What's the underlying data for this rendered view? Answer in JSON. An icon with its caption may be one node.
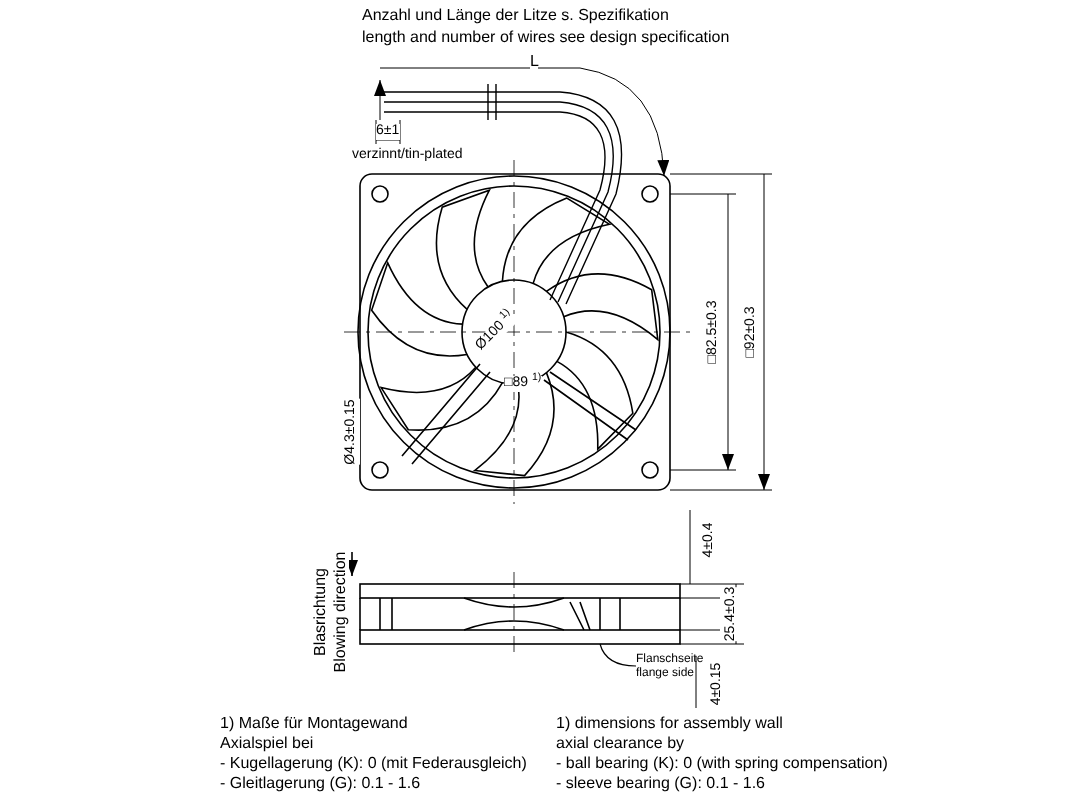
{
  "diagram": {
    "nodes": [
      {
        "text": [
          "Flanschseite",
          "flange side"
        ]
      },
      {
        "text": [],
        "shape": "bar"
      }
    ],
    "edges": [
      {
        "from": 0,
        "to": 1,
        "arrow": "none"
      }
    ],
    "labels": [
      "Anzahl und Länge der Litze s. Spezifikation",
      "length and number of wires see design specification",
      "L",
      "6±1",
      "verzinnt/tin-plated",
      "Ø100 $^{1)}$",
      "□89 $^{1)}$",
      "□82.5±0.3",
      "□92±0.3",
      "Ø4.3±0.15",
      "4±0.4",
      "25.4±0.3",
      "4±0.15",
      "Blasrichtung",
      "Blowing direction",
      "1) Maße für Montagewand",
      "Axialspiel bei",
      "- Kugellagerung (K): 0 (mit Federausgleich)",
      "- Gleitlagerung (G): 0.1 - 1.6",
      "1) dimensions for assembly wall",
      "axial clearance by",
      "- ball bearing (K): 0 (with spring compensation)",
      "- sleeve bearing (G): 0.1 - 1.6"
    ]
  }
}
